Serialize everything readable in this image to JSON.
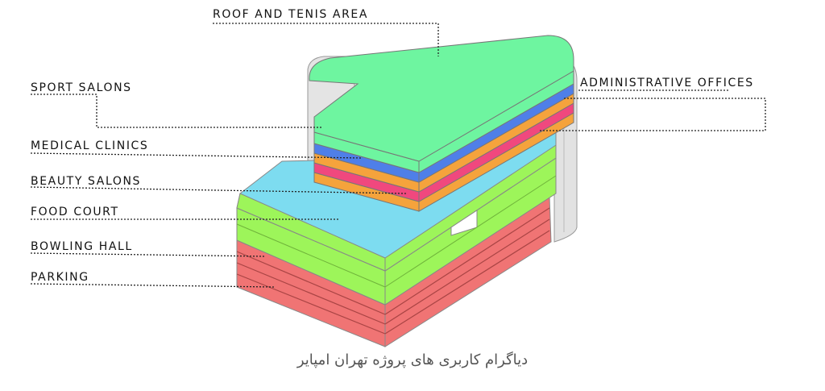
{
  "labels": {
    "roof": "ROOF AND TENIS AREA",
    "sport": "SPORT SALONS",
    "admin": "ADMINISTRATIVE OFFICES",
    "medical": "MEDICAL CLINICS",
    "beauty": "BEAUTY SALONS",
    "food": "FOOD COURT",
    "bowling": "BOWLING HALL",
    "parking": "PARKING"
  },
  "caption": "دیاگرام کاربری های پروژه تهران امپایر",
  "colors": {
    "roof": "#6ef5a0",
    "sport": "#4f7fe8",
    "medical": "#f0487e",
    "orange": "#f5a33c",
    "admin": "#f5a33c",
    "food": "#7ddcf0",
    "green": "#9df55a",
    "parking": "#f07474",
    "core": "#e3e3e3"
  }
}
